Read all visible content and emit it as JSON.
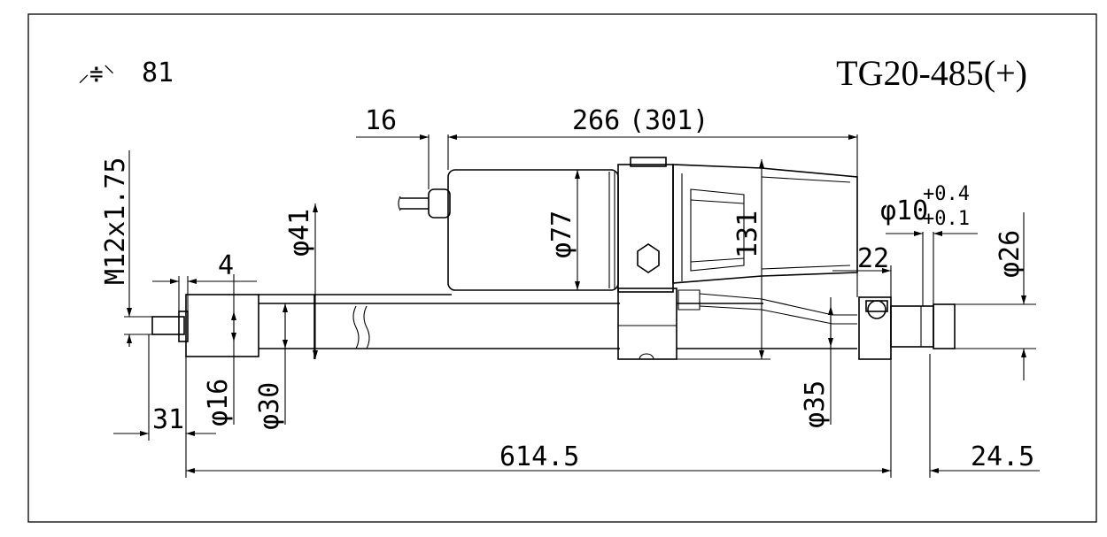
{
  "model": "TG20-485(+)",
  "sheet_ref": "81",
  "dimensions": {
    "d_16": "16",
    "d_266": "266",
    "d_301": "(301)",
    "d_77": "φ77",
    "d_131": "131",
    "d_41": "φ41",
    "d_30": "φ30",
    "d_16dia": "φ16",
    "d_35": "φ35",
    "d_26": "φ26",
    "d_10": "φ10",
    "d_tol_plus": "+0.4",
    "d_tol_minus": "+0.1",
    "d_22": "22",
    "d_4": "4",
    "d_31": "31",
    "d_614": "614.5",
    "d_245": "24.5",
    "thread": "M12x1.75"
  }
}
